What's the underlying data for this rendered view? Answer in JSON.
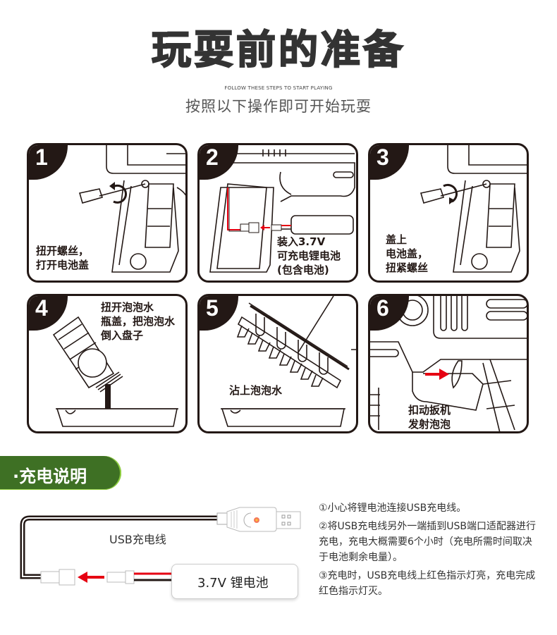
{
  "header": {
    "title": "玩耍前的准备",
    "subtitle_en": "FOLLOW THESE STEPS TO START PLAYING",
    "subtitle_cn": "按照以下操作即可开始玩耍"
  },
  "steps": [
    {
      "number": "1",
      "caption": "扭开螺丝，\n打开电池盖"
    },
    {
      "number": "2",
      "caption": "装入3.7V\n可充电锂电池\n(包含电池)"
    },
    {
      "number": "3",
      "caption": "盖上\n电池盖，\n扭紧螺丝"
    },
    {
      "number": "4",
      "caption": "扭开泡泡水\n瓶盖，把泡泡水\n倒入盘子"
    },
    {
      "number": "5",
      "caption": "沾上泡泡水"
    },
    {
      "number": "6",
      "caption": "扣动扳机\n发射泡泡"
    }
  ],
  "charging": {
    "section_title": "·充电说明",
    "usb_cable_label": "USB充电线",
    "battery_label": "3.7V 锂电池",
    "notes": [
      "①小心将锂电池连接USB充电线。",
      "②将USB充电线另外一端插到USB端口适配器进行充电，充电大概需要6个小时（充电所需时间取决于电池剩余电量）。",
      "③充电时，USB充电线上红色指示灯亮，充电完成红色指示灯灭。"
    ]
  },
  "colors": {
    "ink": "#231815",
    "accent_green": "#3e7024",
    "green_border": "#8fcf3f",
    "arrow_red": "#e60012"
  }
}
